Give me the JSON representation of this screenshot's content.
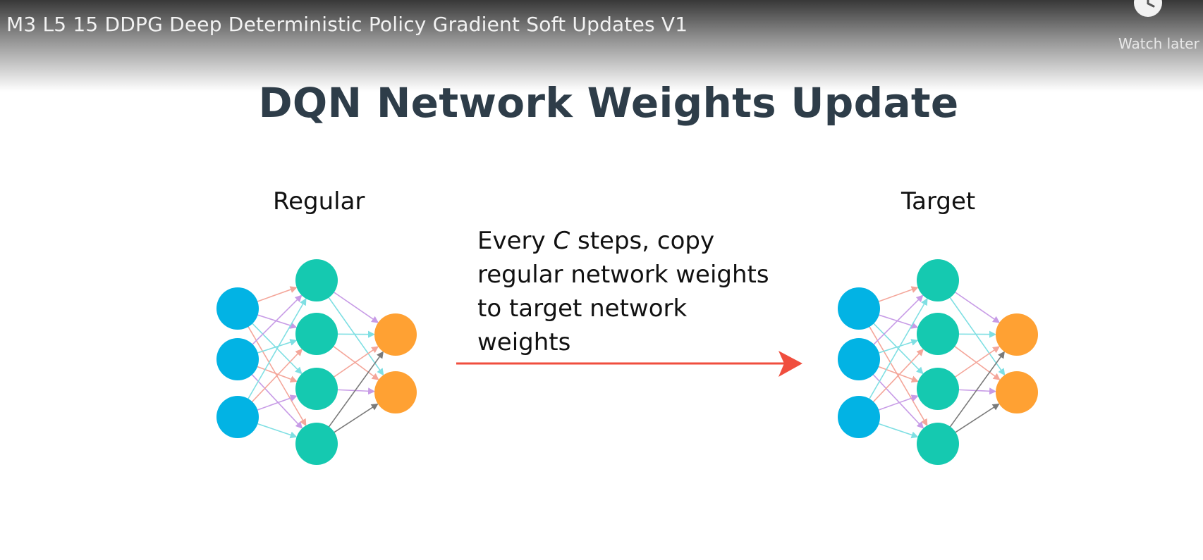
{
  "video": {
    "title": "M3 L5 15 DDPG Deep Deterministic Policy Gradient Soft Updates V1",
    "watch_later_label": "Watch later",
    "watch_later_icon": "clock-icon"
  },
  "slide": {
    "title": "DQN Network Weights Update",
    "regular_label": "Regular",
    "target_label": "Target",
    "copy_text": {
      "line1_before": "Every ",
      "line1_var": "C",
      "line1_after": " steps, copy",
      "line2": "regular network weights",
      "line3": "to target network",
      "line4": "weights"
    }
  },
  "colors": {
    "title": "#2e3d49",
    "input_node": "#02b3e4",
    "hidden_node": "#15c9b0",
    "output_node": "#ffa133",
    "arrow": "#f04e3e"
  }
}
